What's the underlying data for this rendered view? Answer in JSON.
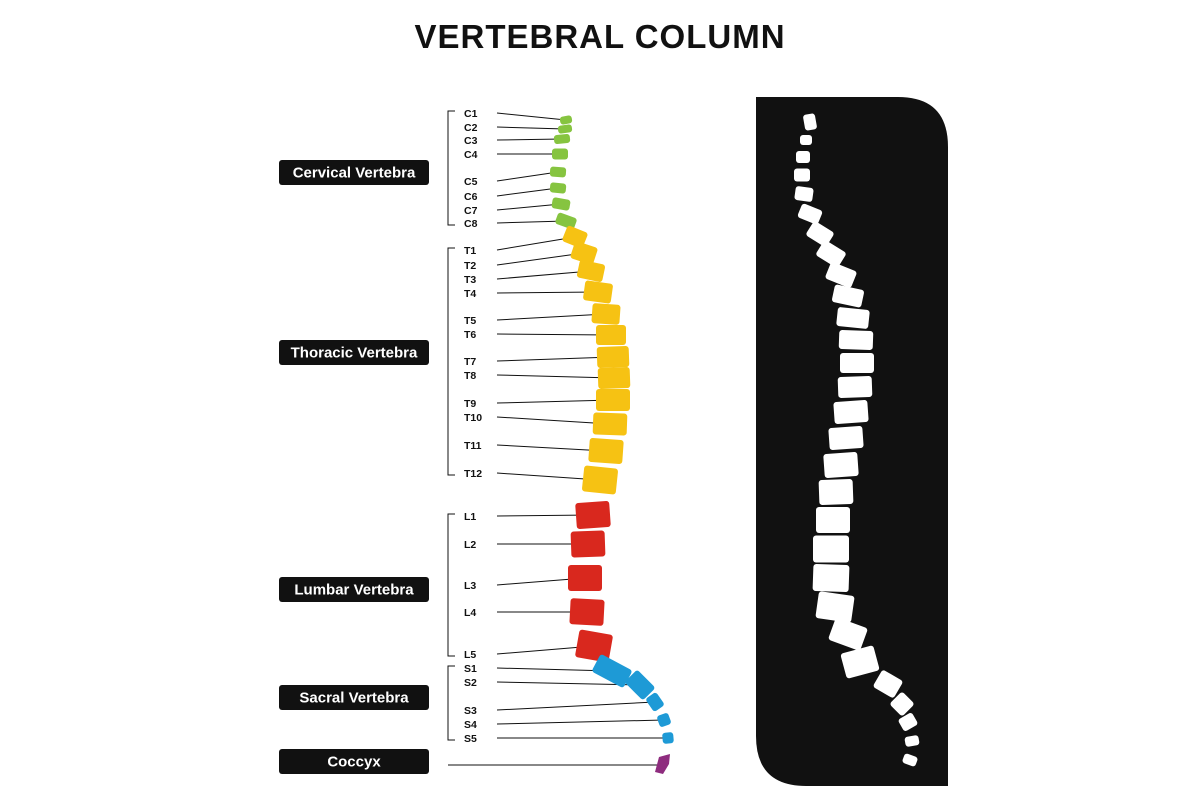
{
  "title": "VERTEBRAL COLUMN",
  "regions": [
    {
      "label": "Cervical Vertebra",
      "color": "#86c440"
    },
    {
      "label": "Thoracic Vertebra",
      "color": "#f6c213"
    },
    {
      "label": "Lumbar Vertebra",
      "color": "#d9281e"
    },
    {
      "label": "Sacral Vertebra",
      "color": "#1e9ad6"
    },
    {
      "label": "Coccyx",
      "color": "#8e2c7e"
    }
  ],
  "vertebrae": {
    "cervical": [
      "C1",
      "C2",
      "C3",
      "C4",
      "C5",
      "C6",
      "C7",
      "C8"
    ],
    "thoracic": [
      "T1",
      "T2",
      "T3",
      "T4",
      "T5",
      "T6",
      "T7",
      "T8",
      "T9",
      "T10",
      "T11",
      "T12"
    ],
    "lumbar": [
      "L1",
      "L2",
      "L3",
      "L4",
      "L5"
    ],
    "sacral": [
      "S1",
      "S2",
      "S3",
      "S4",
      "S5"
    ]
  }
}
